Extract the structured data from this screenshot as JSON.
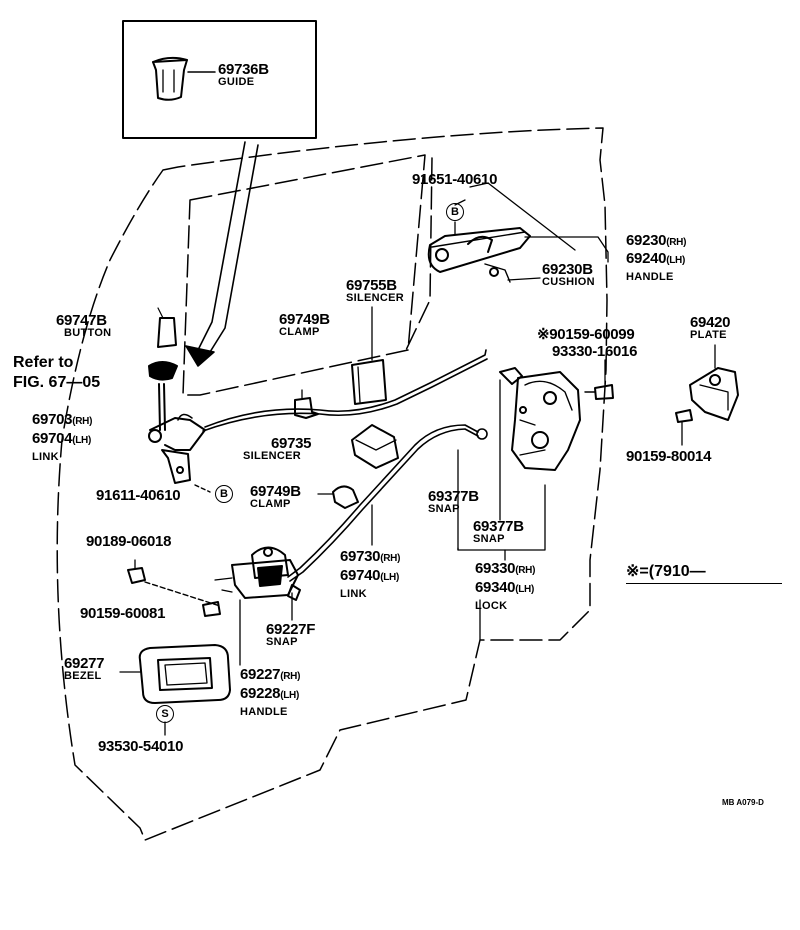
{
  "parts": {
    "guide": {
      "num": "69736B",
      "name": "GUIDE"
    },
    "button": {
      "num": "69747B",
      "name": "BUTTON"
    },
    "refer": {
      "line1": "Refer to",
      "line2": "FIG. 67—05"
    },
    "link_rod": {
      "num_rh": "69703",
      "rh": "(RH)",
      "num_lh": "69704",
      "lh": "(LH)",
      "name": "LINK"
    },
    "bolt_b": {
      "num": "91611-40610",
      "mark": "B"
    },
    "silencer_a": {
      "num": "69755B",
      "name": "SILENCER"
    },
    "clamp_a": {
      "num": "69749B",
      "name": "CLAMP"
    },
    "silencer_b": {
      "num": "69735",
      "name": "SILENCER"
    },
    "clamp_b": {
      "num": "69749B",
      "name": "CLAMP"
    },
    "screw_top": {
      "num": "91651-40610",
      "mark": "B"
    },
    "outside_handle": {
      "num_rh": "69230",
      "rh": "(RH)",
      "num_lh": "69240",
      "lh": "(LH)",
      "name": "HANDLE"
    },
    "cushion": {
      "num": "69230B",
      "name": "CUSHION"
    },
    "screw_lock": {
      "num": "※90159-60099"
    },
    "screw_lock2": {
      "num": "93330-16016"
    },
    "plate": {
      "num": "69420",
      "name": "PLATE"
    },
    "plate_screw": {
      "num": "90159-80014"
    },
    "snap_a": {
      "num": "69377B",
      "name": "SNAP"
    },
    "snap_b": {
      "num": "69377B",
      "name": "SNAP"
    },
    "lock": {
      "num_rh": "69330",
      "rh": "(RH)",
      "num_lh": "69340",
      "lh": "(LH)",
      "name": "LOCK"
    },
    "link_long": {
      "num_rh": "69730",
      "rh": "(RH)",
      "num_lh": "69740",
      "lh": "(LH)",
      "name": "LINK"
    },
    "clip_nut": {
      "num": "90189-06018"
    },
    "screw_handle": {
      "num": "90159-60081"
    },
    "snap_f": {
      "num": "69227F",
      "name": "SNAP"
    },
    "inside_handle": {
      "num_rh": "69227",
      "rh": "(RH)",
      "num_lh": "69228",
      "lh": "(LH)",
      "name": "HANDLE"
    },
    "bezel": {
      "num": "69277",
      "name": "BEZEL"
    },
    "screw_s": {
      "num": "93530-54010",
      "mark": "S"
    }
  },
  "legend": "※=(7910—",
  "code": "MB A079-D"
}
